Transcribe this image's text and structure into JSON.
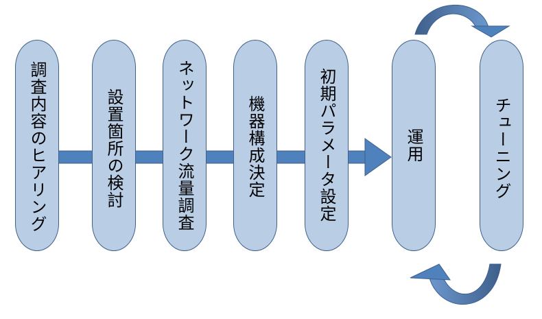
{
  "steps": [
    {
      "label": "調査内容のヒアリング"
    },
    {
      "label": "設置箇所の検討"
    },
    {
      "label": "ネットワーク流量調査"
    },
    {
      "label": "機器構成決定"
    },
    {
      "label": "初期パラメータ設定"
    }
  ],
  "cycle": {
    "operation_label": "運用",
    "tuning_label": "チューニング"
  },
  "colors": {
    "pill_fill": "#b9cde5",
    "pill_border": "#3e5f8a",
    "arrow": "#4f81bd",
    "arrow_dark": "#3e5f8a"
  }
}
